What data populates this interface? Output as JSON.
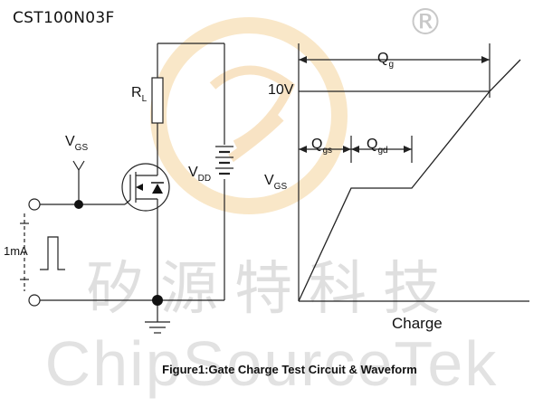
{
  "header": {
    "part_number": "CST100N03F",
    "registered_mark": "®"
  },
  "watermark": {
    "chinese": "矽源特科技",
    "english": "ChipSourceTek",
    "logo_color": "#f3c98a"
  },
  "caption": "Figure1:Gate Charge Test Circuit & Waveform",
  "circuit": {
    "rl_label": {
      "main": "R",
      "sub": "L"
    },
    "vdd_label": {
      "main": "V",
      "sub": "DD"
    },
    "vgs_label": {
      "main": "V",
      "sub": "GS"
    },
    "current_label": "1mA"
  },
  "waveform": {
    "qg_label": {
      "main": "Q",
      "sub": "g"
    },
    "qgs_label": {
      "main": "Q",
      "sub": "gs"
    },
    "qgd_label": {
      "main": "Q",
      "sub": "gd"
    },
    "v10_label": "10V",
    "vgs_label": {
      "main": "V",
      "sub": "GS"
    },
    "x_label": "Charge"
  }
}
